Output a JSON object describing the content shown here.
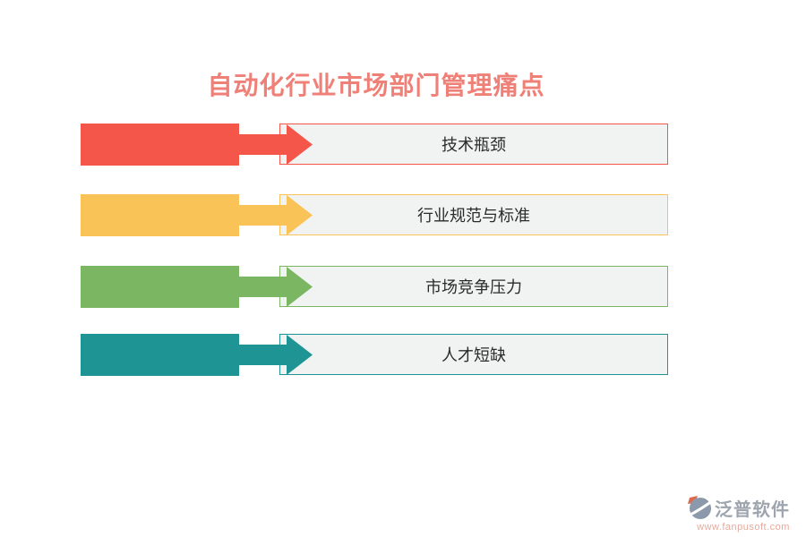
{
  "title": {
    "text": "自动化行业市场部门管理痛点",
    "color": "#EF8078"
  },
  "box": {
    "fill": "#F1F2F2",
    "text_color": "#2B2B2B"
  },
  "rows": [
    {
      "label": "技术瓶颈",
      "color": "#F4564A"
    },
    {
      "label": "行业规范与标准",
      "color": "#F9C357"
    },
    {
      "label": "市场竞争压力",
      "color": "#7BB663"
    },
    {
      "label": "人才短缺",
      "color": "#1E9594"
    }
  ],
  "watermark": {
    "brand": "泛普软件",
    "url": "www.fanpusoft.com",
    "brand_color": "#9EA5AE",
    "url_color": "#E9A89B",
    "logo_color": "#8C99AB",
    "logo_accent": "#DC6A4F"
  }
}
